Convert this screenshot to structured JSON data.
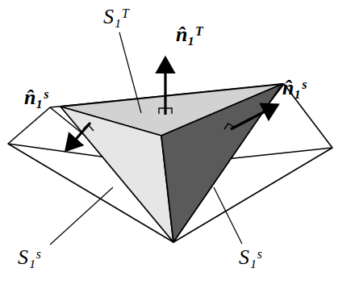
{
  "diagram": {
    "labels": [
      "S₁ᵀ",
      "n̂₁ᵀ",
      "n̂₁ˢ",
      "n̂₁ˢ",
      "S₁ˢ",
      "S₁ˢ"
    ]
  }
}
